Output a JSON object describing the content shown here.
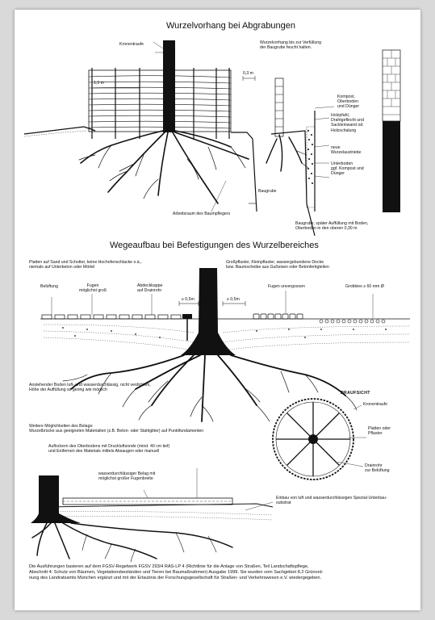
{
  "section1": {
    "title": "Wurzelvorhang bei Abgrabungen",
    "labels": {
      "kronentraufe": "Kronentraufe",
      "dim_1_5m": "1,5 m",
      "dim_0_3m": "0,3 m",
      "feucht": [
        "Wurzelvorhang bis zur Verfüllung",
        "der Baugrube feucht halten."
      ],
      "kompost": [
        "Kompost,",
        "Oberboden",
        "und Dünger"
      ],
      "holzpfahl": [
        "Holzpfahl,",
        "Drahtgeflecht und",
        "Sackleinwand od.",
        "Holzschalung"
      ],
      "neue_triebe": [
        "neue",
        "Wurzelaustriebe"
      ],
      "unterboden": [
        "Unterboden",
        "ggf. Kompost und",
        "Dünger"
      ],
      "baugrube": "Baugrube",
      "arbeitsraum": "Arbeitsraum des Baumpflegers",
      "verfuellung": [
        "Baugrube, später Auffüllung mit Boden,",
        "Oberboden in den oberen 0,30 m"
      ]
    }
  },
  "section2": {
    "title": "Wegeaufbau bei Befestigungen des Wurzelbereiches",
    "labels": {
      "platten": [
        "Platten auf Sand und Schotter, keine Hochofenschlacke o.ä.,",
        "niemals auf Unterbeton oder Mörtel"
      ],
      "grosspflaster": [
        "Großpflaster, Kleinpflaster, wassergebundene Decke",
        "bzw. Baumscheibe aus Gußeisen oder Betonfertigteilen"
      ],
      "belueftung": "Belüftung",
      "fugen": [
        "Fugen",
        "möglichst groß"
      ],
      "abdeckkappe": [
        "Abdeckkappe",
        "auf Drainrohr"
      ],
      "dim_a": "≥ 0,5m",
      "dim_b": "≥ 0,5m",
      "fugen_unvergossen": "Fugen unvergossen",
      "grobkies": "Grobkies ≥ 60 mm Ø",
      "anstehender": [
        "Anstehender Boden luft- und wasserdurchlässig, nicht verdichten,",
        "Höhe der Auffüllung so gering wie möglich"
      ]
    }
  },
  "section3": {
    "labels": {
      "weitere": [
        "Weitere Möglichkeiten des Belags:",
        "Wurzelbrücke aus geeigneten Materialien (z.B. Beton- oder Stahlgitter) auf Punktfundamenten"
      ],
      "draufsicht": "DRAUFSICHT",
      "kronentraufe": "Kronentraufe",
      "platten_pflaster": [
        "Platten oder",
        "Pflaster"
      ],
      "drainrohr": [
        "Drainrohr",
        "zur Belüftung"
      ],
      "auflockern": [
        "Auflockern des Oberbodens mit Druckluftsonde (mind. 40 cm tief)",
        "und Entfernen des Materials mittels Absaugen oder manuell"
      ],
      "belag": [
        "wasserdurchlässiger Belag mit",
        "möglichst großer Fugenbreite"
      ],
      "einbau": [
        "Einbau von luft und wasserdurchlässigen Spezial-Unterbau-",
        "substrat"
      ]
    }
  },
  "footer": [
    "Die Ausführungen basieren auf dem FGSV-Regelwerk FGSV 293/4 RAS-LP 4 (Richtlinie für die Anlage von Straßen, Teil Landschaftspflege,",
    "Abschnitt 4: Schutz von Bäumen, Vegetationsbeständen und Tieren bei Baumaßnahmen) Ausgabe 1999. Sie wurden vom Sachgebiet 8.2 Grünord-",
    "nung des Landratsamts München ergänzt und mit der Erlaubnis der Forschungsgesellschaft für Straßen- und Verkehrswesen e.V. wiedergegeben."
  ]
}
